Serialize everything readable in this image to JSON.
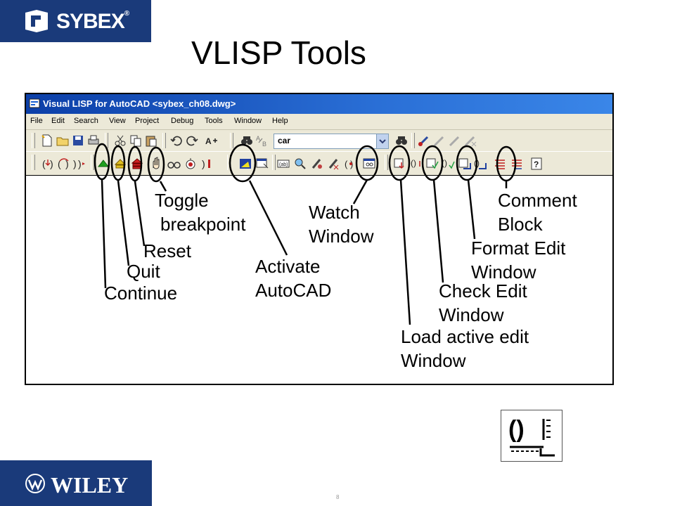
{
  "brand": {
    "sybex": "SYBEX",
    "sybex_reg": "®",
    "wiley": "WILEY",
    "brand_color": "#1a3a7a"
  },
  "slide": {
    "title": "VLISP Tools",
    "page_number": "8"
  },
  "app_window": {
    "title": "Visual LISP for AutoCAD <sybex_ch08.dwg>",
    "menu": [
      "File",
      "Edit",
      "Search",
      "View",
      "Project",
      "Debug",
      "Tools",
      "Window",
      "Help"
    ],
    "search_combo": {
      "value": "car"
    }
  },
  "annotations": {
    "toggle_breakpoint": [
      "Toggle",
      "breakpoint"
    ],
    "reset": "Reset",
    "quit": "Quit",
    "continue": "Continue",
    "activate_autocad": [
      "Activate",
      "AutoCAD"
    ],
    "watch_window": [
      "Watch",
      "Window"
    ],
    "load_active_edit_window": [
      "Load active edit",
      "Window"
    ],
    "check_edit_window": [
      "Check Edit",
      "Window"
    ],
    "format_edit_window": [
      "Format Edit",
      "Window"
    ],
    "comment_block": [
      "Comment",
      "Block"
    ]
  }
}
